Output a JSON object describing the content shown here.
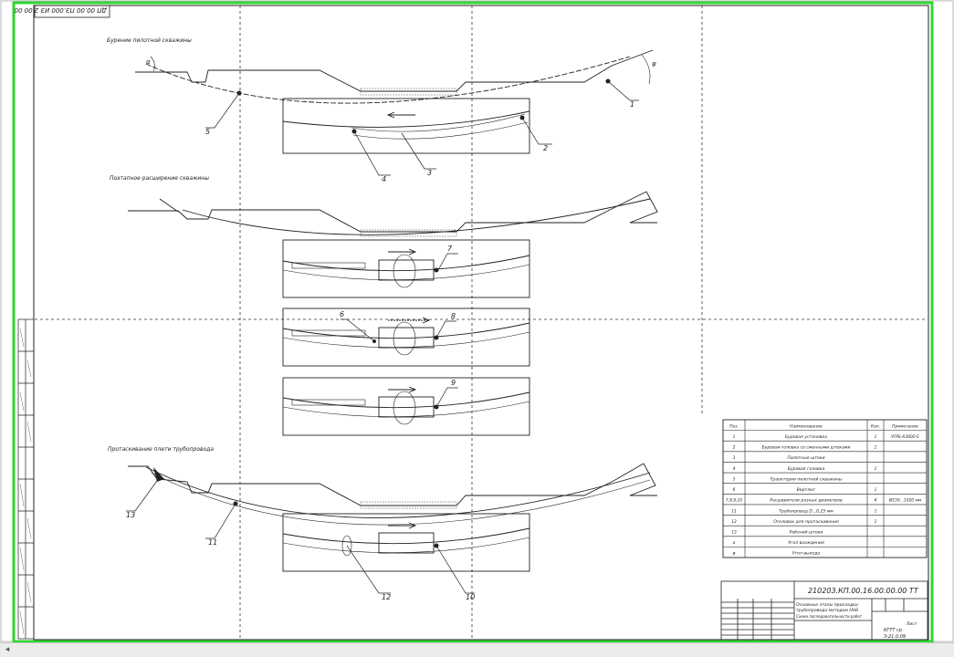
{
  "drawing": {
    "stamp_code": "ДП 00.00 ПЗ.000 ИЗ 2.00 00",
    "title_code": "210203.КП.00.16.00.00.00 ТТ",
    "title_desc_1": "Основные этапы прокладки",
    "title_desc_2": "трубопровода методом ННБ",
    "title_desc_3": "Схема последовательности работ",
    "title_sheet": "Лист",
    "title_org_1": "КГТТ гр.",
    "title_org_2": "3-21.0.09"
  },
  "stages": {
    "stage1": "Бурение пилотной скважины",
    "stage2": "Поэтапное расширение скважины",
    "stage3": "Протаскивание плети трубопровода"
  },
  "callouts": [
    "1",
    "2",
    "3",
    "4",
    "5",
    "6",
    "7",
    "8",
    "9",
    "10",
    "11",
    "12",
    "13"
  ],
  "angle_marks": {
    "alpha": "α",
    "phi": "φ"
  },
  "spec": {
    "headers": [
      "Поз.",
      "Наименование",
      "Кол.",
      "Примечание"
    ],
    "rows": [
      [
        "1",
        "Буровая установка",
        "1",
        "УГРБ-КЗ000 Е"
      ],
      [
        "2",
        "Буровая головка со сменными штоками",
        "1",
        ""
      ],
      [
        "3",
        "Пилотные штоки",
        "",
        ""
      ],
      [
        "4",
        "Буровая головка",
        "1",
        ""
      ],
      [
        "5",
        "Траектория пилотной скважины",
        "",
        ""
      ],
      [
        "6",
        "Вертлюг",
        "1",
        ""
      ],
      [
        "7,8,9,10",
        "Расширители разных диаметров",
        "4",
        "Ø159...1020 мм"
      ],
      [
        "11",
        "Трубопровод D...0,25 мм",
        "1",
        ""
      ],
      [
        "12",
        "Оголовок для протаскивания",
        "1",
        ""
      ],
      [
        "13",
        "Рабочий штоки",
        "",
        ""
      ],
      [
        "α",
        "Угол вхождения",
        "",
        ""
      ],
      [
        "φ",
        "Угол выхода",
        "",
        ""
      ]
    ]
  }
}
